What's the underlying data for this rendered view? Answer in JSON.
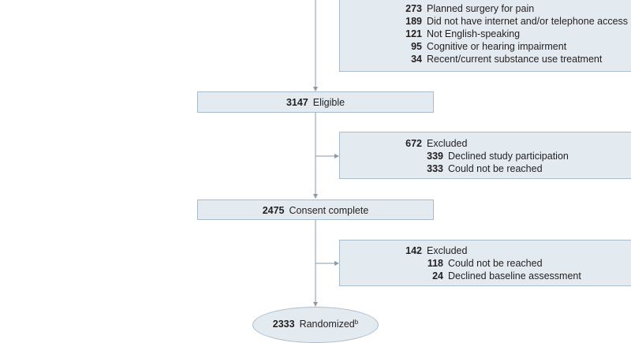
{
  "exclusion_top": {
    "items": [
      {
        "count": "273",
        "label": "Planned surgery for pain"
      },
      {
        "count": "189",
        "label": "Did not have internet and/or telephone access"
      },
      {
        "count": "121",
        "label": "Not English-speaking"
      },
      {
        "count": "95",
        "label": "Cognitive or hearing impairment"
      },
      {
        "count": "34",
        "label": "Recent/current substance use treatment"
      }
    ]
  },
  "eligible": {
    "count": "3147",
    "label": "Eligible"
  },
  "exclusion_1": {
    "total": {
      "count": "672",
      "label": "Excluded"
    },
    "items": [
      {
        "count": "339",
        "label": "Declined study participation"
      },
      {
        "count": "333",
        "label": "Could not be reached"
      }
    ]
  },
  "consent": {
    "count": "2475",
    "label": "Consent complete"
  },
  "exclusion_2": {
    "total": {
      "count": "142",
      "label": "Excluded"
    },
    "items": [
      {
        "count": "118",
        "label": "Could not be reached"
      },
      {
        "count": "24",
        "label": "Declined baseline assessment"
      }
    ]
  },
  "randomized": {
    "count": "2333",
    "label": "Randomized",
    "footnote": "b"
  }
}
